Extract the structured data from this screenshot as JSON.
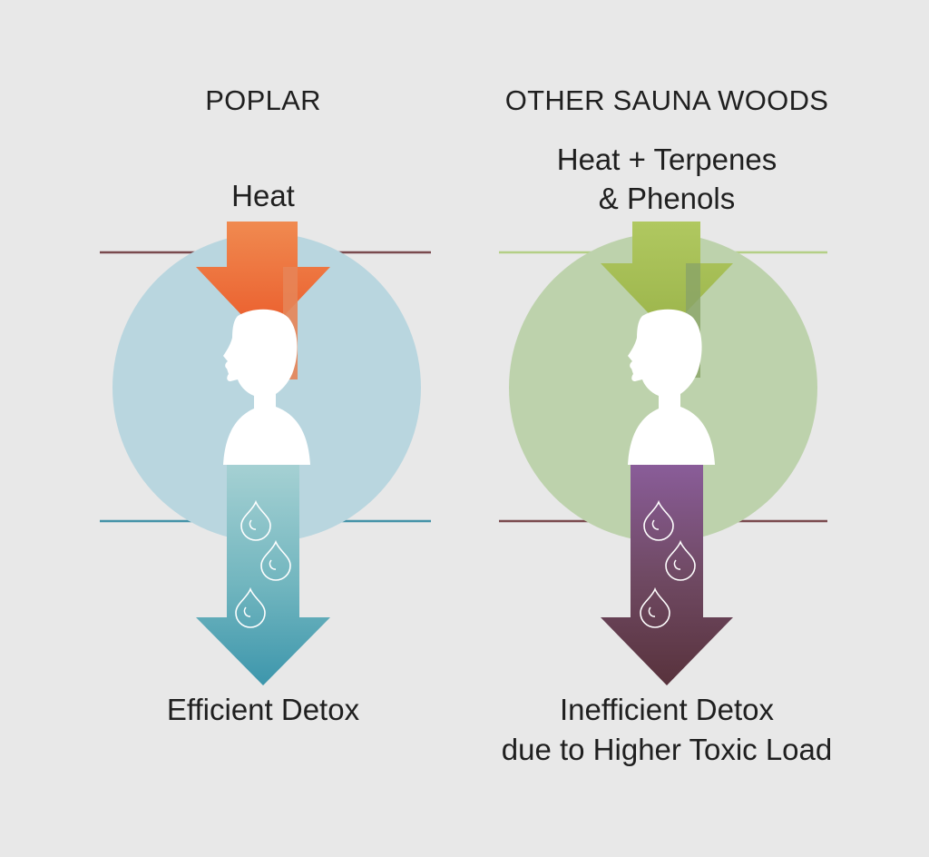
{
  "colors": {
    "background": "#e8e8e8",
    "poplar_circle": "#b9d6df",
    "other_circle": "#bdd2ac",
    "heat_arrow": "#ee6a36",
    "terpene_arrow": "#a4bb52",
    "efficient_arrow_top": "#a8d2d4",
    "efficient_arrow_bottom": "#3d96ac",
    "inefficient_arrow_top": "#8a5d9a",
    "inefficient_arrow_bottom": "#58323c",
    "line_brown": "#7a4a4e",
    "line_teal": "#4493a8",
    "line_green": "#b4cf86",
    "person": "#ffffff"
  },
  "panels": [
    {
      "heading": "POPLAR",
      "input_lines": [
        "Heat"
      ],
      "output_lines": [
        "Efficient Detox"
      ],
      "figure_icon": "person-silhouette-icon",
      "drop_icon": "water-drop-icon"
    },
    {
      "heading": "OTHER SAUNA WOODS",
      "input_lines": [
        "Heat + Terpenes",
        "& Phenols"
      ],
      "output_lines": [
        "Inefficient Detox",
        "due to Higher Toxic Load"
      ],
      "figure_icon": "person-silhouette-icon",
      "drop_icon": "water-drop-icon"
    }
  ]
}
